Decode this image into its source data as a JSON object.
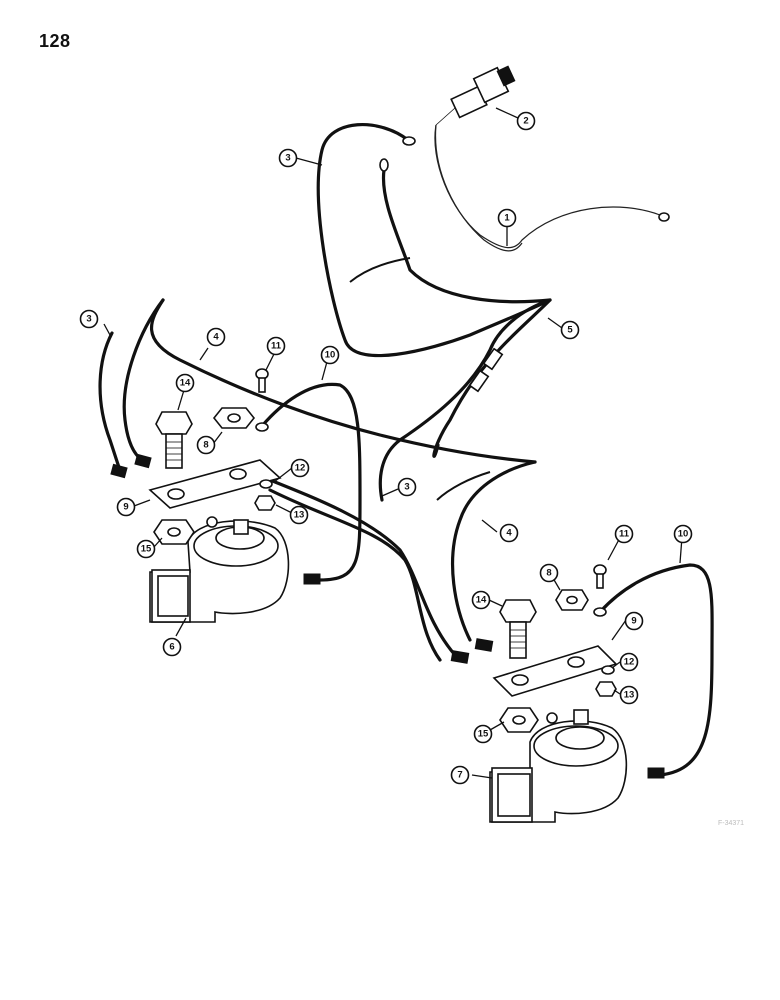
{
  "page": {
    "number": "128",
    "watermark": "F-34371"
  },
  "callouts": [
    {
      "id": "c1",
      "label": "1"
    },
    {
      "id": "c2",
      "label": "2"
    },
    {
      "id": "c3a",
      "label": "3"
    },
    {
      "id": "c3b",
      "label": "3"
    },
    {
      "id": "c3c",
      "label": "3"
    },
    {
      "id": "c4a",
      "label": "4"
    },
    {
      "id": "c4b",
      "label": "4"
    },
    {
      "id": "c5",
      "label": "5"
    },
    {
      "id": "c6",
      "label": "6"
    },
    {
      "id": "c7",
      "label": "7"
    },
    {
      "id": "c8a",
      "label": "8"
    },
    {
      "id": "c8b",
      "label": "8"
    },
    {
      "id": "c9a",
      "label": "9"
    },
    {
      "id": "c9b",
      "label": "9"
    },
    {
      "id": "c10a",
      "label": "10"
    },
    {
      "id": "c10b",
      "label": "10"
    },
    {
      "id": "c11a",
      "label": "11"
    },
    {
      "id": "c11b",
      "label": "11"
    },
    {
      "id": "c12a",
      "label": "12"
    },
    {
      "id": "c12b",
      "label": "12"
    },
    {
      "id": "c13a",
      "label": "13"
    },
    {
      "id": "c13b",
      "label": "13"
    },
    {
      "id": "c14a",
      "label": "14"
    },
    {
      "id": "c14b",
      "label": "14"
    },
    {
      "id": "c15a",
      "label": "15"
    },
    {
      "id": "c15b",
      "label": "15"
    }
  ]
}
